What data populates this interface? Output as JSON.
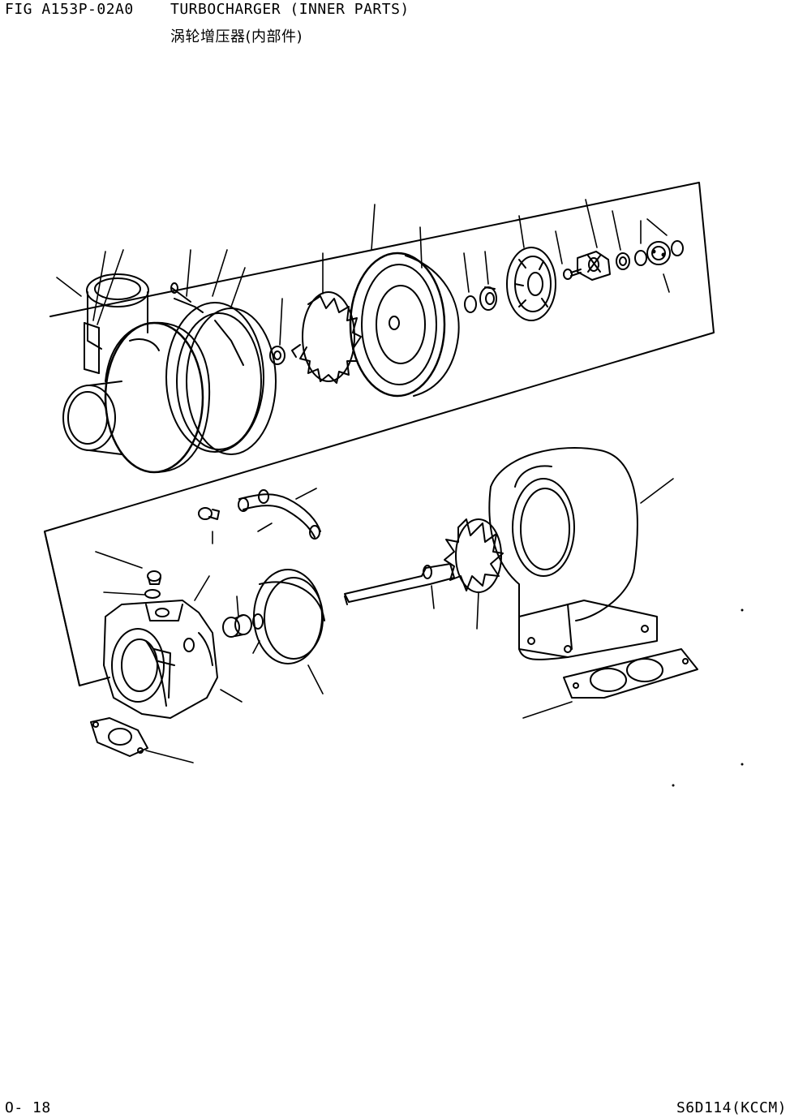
{
  "header": {
    "fig_code": "FIG A153P-02A0",
    "title_en": "TURBOCHARGER (INNER PARTS)",
    "title_cn": "涡轮增压器(内部件)"
  },
  "footer": {
    "page_no": "O- 18",
    "model": "S6D114(KCCM)"
  },
  "colors": {
    "ink": "#000000",
    "paper": "#ffffff"
  }
}
